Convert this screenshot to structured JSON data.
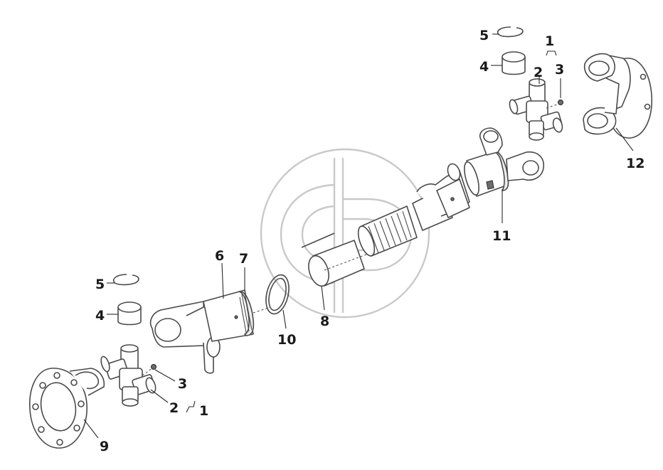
{
  "callouts": [
    {
      "id": "c5-top",
      "label": "5"
    },
    {
      "id": "c1-top",
      "label": "1"
    },
    {
      "id": "c4-top",
      "label": "4"
    },
    {
      "id": "c2-top",
      "label": "2"
    },
    {
      "id": "c3-top",
      "label": "3"
    },
    {
      "id": "c12",
      "label": "12"
    },
    {
      "id": "c11",
      "label": "11"
    },
    {
      "id": "c6",
      "label": "6"
    },
    {
      "id": "c7",
      "label": "7"
    },
    {
      "id": "c5-bot",
      "label": "5"
    },
    {
      "id": "c4-bot",
      "label": "4"
    },
    {
      "id": "c8",
      "label": "8"
    },
    {
      "id": "c10",
      "label": "10"
    },
    {
      "id": "c3-bot",
      "label": "3"
    },
    {
      "id": "c2-bot",
      "label": "2"
    },
    {
      "id": "c1-bot",
      "label": "1"
    },
    {
      "id": "c9",
      "label": "9"
    }
  ],
  "colors": {
    "line": "#4a4a4a",
    "watermark": "#c9c9c9",
    "text": "#1a1a1a"
  }
}
